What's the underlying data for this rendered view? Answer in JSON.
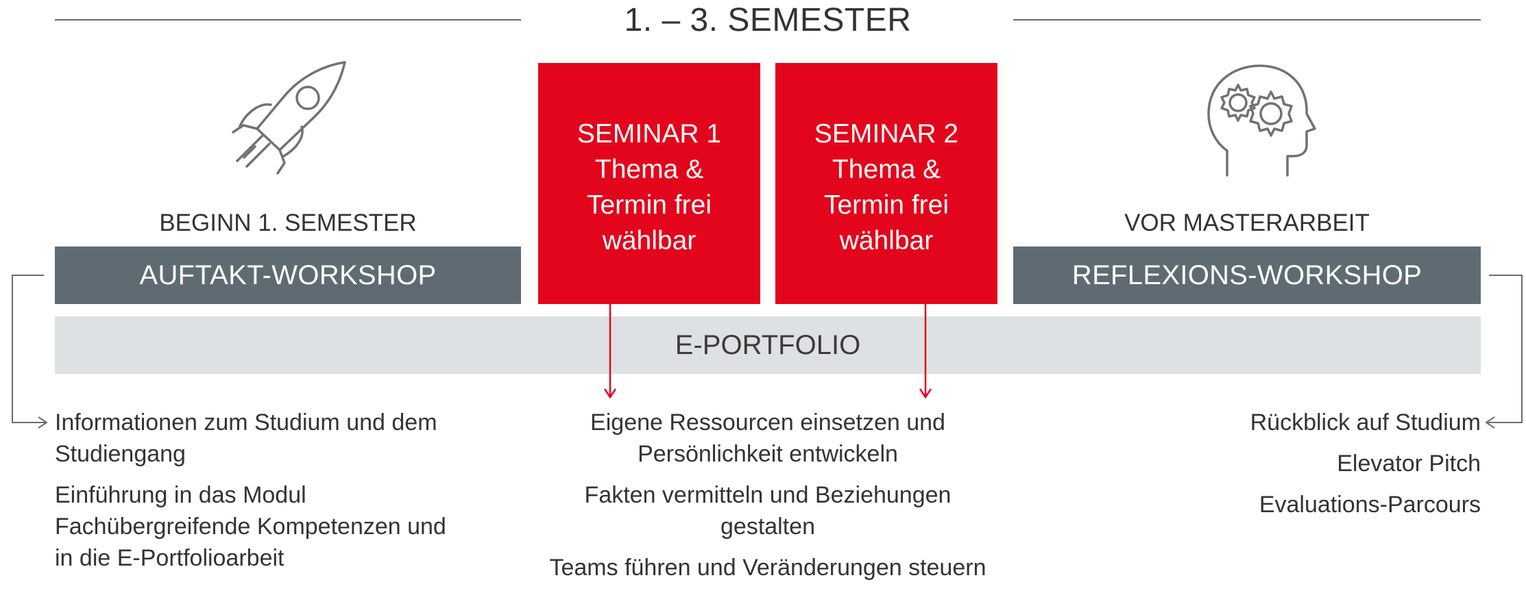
{
  "header": {
    "title": "1. – 3. SEMESTER"
  },
  "left": {
    "subtitle": "BEGINN 1. SEMESTER",
    "bar_label": "AUFTAKT-WORKSHOP",
    "items": [
      "Informationen zum Studium und dem Studiengang",
      "Einführung in das Modul Fachübergreifende Kompetenzen und in die E-Portfolioarbeit"
    ]
  },
  "seminars": [
    {
      "title": "SEMINAR 1",
      "line2": "Thema &",
      "line3": "Termin frei",
      "line4": "wählbar"
    },
    {
      "title": "SEMINAR 2",
      "line2": "Thema &",
      "line3": "Termin frei",
      "line4": "wählbar"
    }
  ],
  "middle": {
    "items": [
      "Eigene Ressourcen einsetzen und Persönlichkeit entwickeln",
      "Fakten vermitteln und Beziehungen gestalten",
      "Teams führen und Veränderungen steuern"
    ]
  },
  "right": {
    "subtitle": "VOR MASTERARBEIT",
    "bar_label": "REFLEXIONS-WORKSHOP",
    "items": [
      "Rückblick auf Studium",
      "Elevator Pitch",
      "Evaluations-Parcours"
    ]
  },
  "portfolio_label": "E-PORTFOLIO",
  "icons": {
    "left": "rocket-icon",
    "right": "head-gears-icon"
  },
  "colors": {
    "accent_red": "#e3051b",
    "bar_gray": "#5f6b72",
    "portfolio_gray": "#dde1e3"
  }
}
